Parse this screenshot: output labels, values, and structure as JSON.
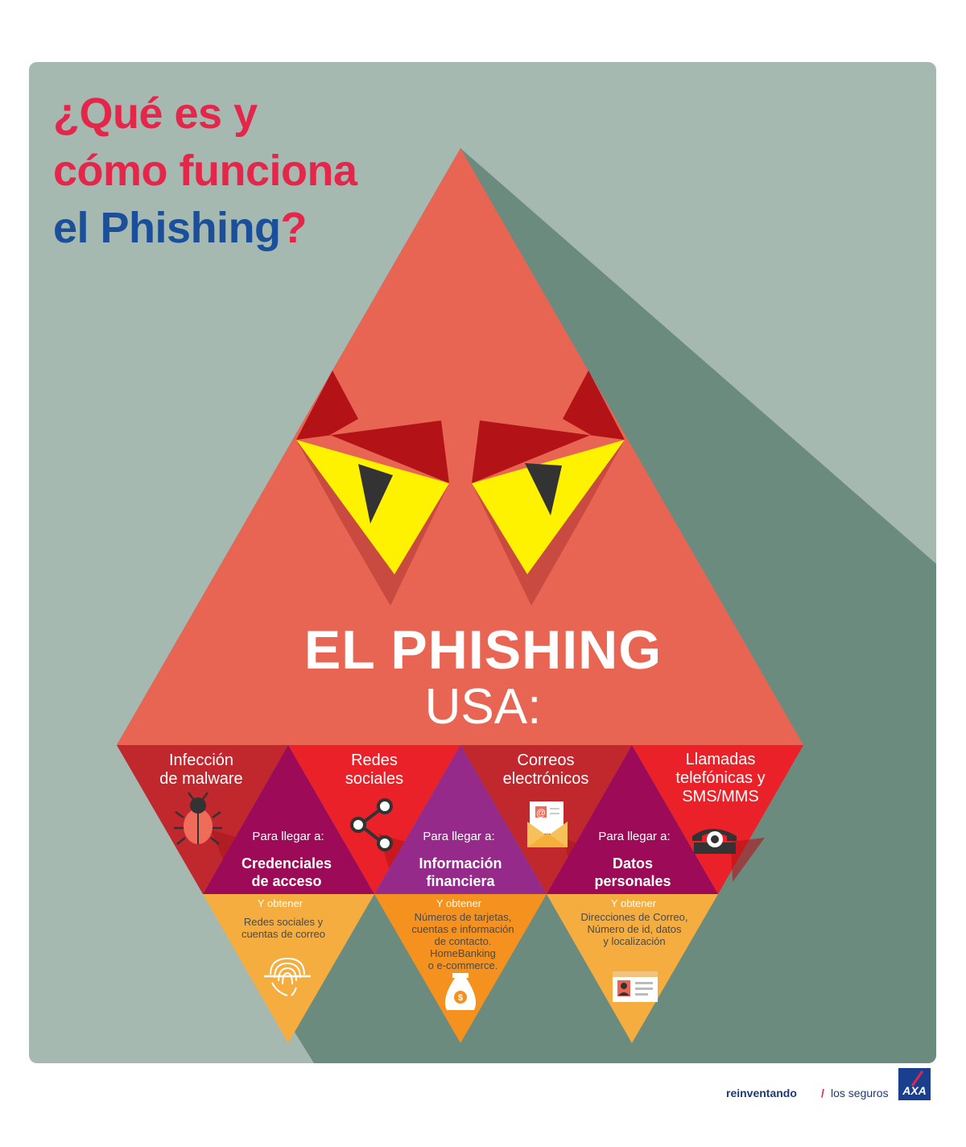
{
  "title": {
    "line1": "¿Qué es y",
    "line2": "cómo funciona",
    "line3_main": "el Phishing",
    "line3_mark": "?"
  },
  "heading": {
    "main": "EL PHISHING",
    "sub": "USA:"
  },
  "methods": [
    {
      "label": "Infección\nde malware",
      "icon": "bug-icon"
    },
    {
      "label": "Redes\nsociales",
      "icon": "share-icon"
    },
    {
      "label": "Correos\nelectrónicos",
      "icon": "email-icon"
    },
    {
      "label": "Llamadas\ntelefónicas y\nSMS/MMS",
      "icon": "telephone-icon"
    }
  ],
  "goals": [
    {
      "prefix": "Para llegar a:",
      "target": "Credenciales\nde acceso",
      "obtain_label": "Y obtener",
      "details": "Redes sociales y\ncuentas de correo",
      "icon": "fingerprint-icon"
    },
    {
      "prefix": "Para llegar a:",
      "target": "Información\nfinanciera",
      "obtain_label": "Y obtener",
      "details": "Números de tarjetas,\ncuentas e información\nde contacto.\nHomeBanking\no e-commerce.",
      "icon": "money-bag-icon"
    },
    {
      "prefix": "Para llegar a:",
      "target": "Datos\npersonales",
      "obtain_label": "Y obtener",
      "details": "Direcciones de Correo,\nNúmero de id, datos\ny localización",
      "icon": "id-card-icon"
    }
  ],
  "footer": {
    "tagline_bold": "reinventando",
    "tagline_rest": "los seguros",
    "logo_text": "AXA"
  },
  "colors": {
    "background": "#a5b9b1",
    "shadow": "#6c8b7f",
    "triangle": "#e96553",
    "title_red": "#e4264a",
    "title_blue": "#1b4f9a",
    "eye_yellow": "#fff200",
    "band_red": "#c0282e",
    "band_bright_red": "#ea2129",
    "band_magenta": "#9d0b58",
    "band_purple": "#962a8b",
    "band_orange": "#f6ad3f",
    "band_dark_orange": "#f5911e"
  }
}
